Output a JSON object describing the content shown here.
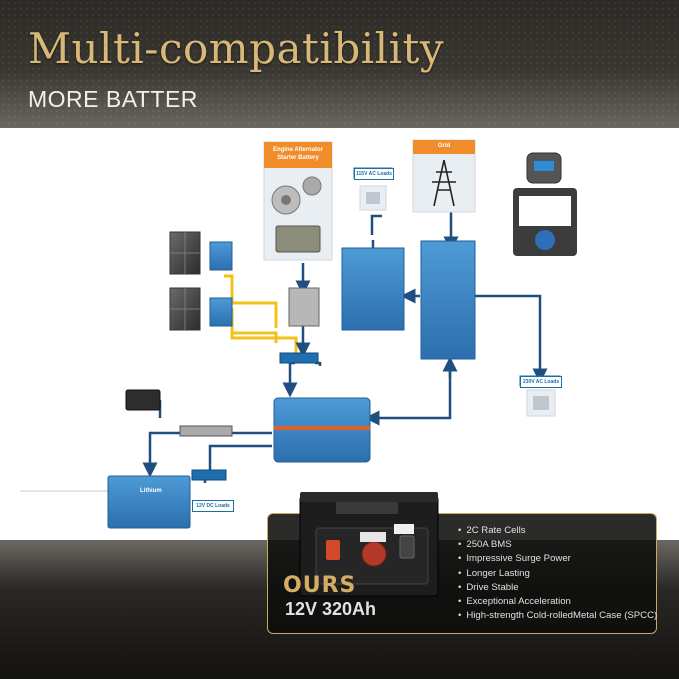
{
  "header": {
    "title": "Multi-compatibility",
    "subtitle": "MORE BATTER"
  },
  "diagram": {
    "engine_label": "Engine Alternator Starter Battery",
    "grid_label": "Grid",
    "ac115_label": "115V AC Loads",
    "ac230_label": "230V AC Loads",
    "dc12_label": "12V DC Loads",
    "lithium_label": "Lithium"
  },
  "product": {
    "brand": "OURS",
    "model": "12V 320Ah"
  },
  "features": [
    "2C Rate Cells",
    "250A BMS",
    "Impressive Surge Power",
    "Longer Lasting",
    "Drive Stable",
    "Exceptional Acceleration",
    "High-strength Cold-rolledMetal Case (SPCC)"
  ],
  "colors": {
    "gold": "#d4ae62",
    "blue": "#1a6fa3",
    "cable_blue": "#1f5f9a",
    "cable_yellow": "#f2c21b",
    "orange": "#f08c2a"
  }
}
